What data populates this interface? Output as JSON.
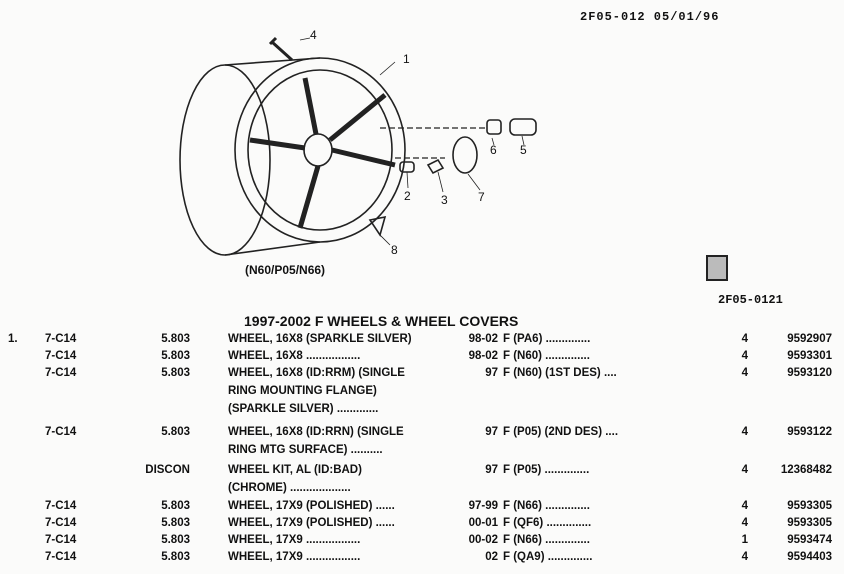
{
  "header": "2F05-012 05/01/96",
  "illustration": {
    "caption": "(N60/P05/N66)",
    "callouts": [
      "4",
      "1",
      "6",
      "5",
      "2",
      "3",
      "7",
      "8"
    ],
    "reference": "2F05-0121",
    "icon": "document-stamp-icon"
  },
  "section_title": "1997-2002 F WHEELS & WHEEL COVERS",
  "rows": [
    {
      "idx": "1.",
      "code": "7-C14",
      "grp": "5.803",
      "desc": "WHEEL, 16X8 (SPARKLE SILVER)",
      "yr": "98-02",
      "app": "F (PA6) ..............",
      "qty": "4",
      "part": "9592907"
    },
    {
      "idx": "",
      "code": "7-C14",
      "grp": "5.803",
      "desc": "WHEEL, 16X8 .................",
      "yr": "98-02",
      "app": "F (N60) ..............",
      "qty": "4",
      "part": "9593301"
    },
    {
      "idx": "",
      "code": "7-C14",
      "grp": "5.803",
      "desc": "WHEEL, 16X8 (ID:RRM) (SINGLE",
      "yr": "97",
      "app": "F (N60) (1ST DES) ....",
      "qty": "4",
      "part": "9593120"
    },
    {
      "idx": "",
      "code": "",
      "grp": "",
      "desc": "RING MOUNTING FLANGE)",
      "yr": "",
      "app": "",
      "qty": "",
      "part": ""
    },
    {
      "idx": "",
      "code": "",
      "grp": "",
      "desc": "(SPARKLE SILVER) .............",
      "yr": "",
      "app": "",
      "qty": "",
      "part": ""
    },
    {
      "idx": "",
      "code": "7-C14",
      "grp": "5.803",
      "desc": "WHEEL, 16X8 (ID:RRN) (SINGLE",
      "yr": "97",
      "app": "F (P05) (2ND DES) ....",
      "qty": "4",
      "part": "9593122"
    },
    {
      "idx": "",
      "code": "",
      "grp": "",
      "desc": "RING MTG SURFACE) ..........",
      "yr": "",
      "app": "",
      "qty": "",
      "part": ""
    },
    {
      "idx": "",
      "code": "",
      "grp": "DISCON",
      "desc": "WHEEL KIT, AL (ID:BAD)",
      "yr": "97",
      "app": "F (P05) ..............",
      "qty": "4",
      "part": "12368482"
    },
    {
      "idx": "",
      "code": "",
      "grp": "",
      "desc": "(CHROME) ...................",
      "yr": "",
      "app": "",
      "qty": "",
      "part": ""
    },
    {
      "idx": "",
      "code": "7-C14",
      "grp": "5.803",
      "desc": "WHEEL, 17X9 (POLISHED) ......",
      "yr": "97-99",
      "app": "F (N66) ..............",
      "qty": "4",
      "part": "9593305"
    },
    {
      "idx": "",
      "code": "7-C14",
      "grp": "5.803",
      "desc": "WHEEL, 17X9 (POLISHED) ......",
      "yr": "00-01",
      "app": "F (QF6) ..............",
      "qty": "4",
      "part": "9593305"
    },
    {
      "idx": "",
      "code": "7-C14",
      "grp": "5.803",
      "desc": "WHEEL, 17X9 .................",
      "yr": "00-02",
      "app": "F (N66) ..............",
      "qty": "1",
      "part": "9593474"
    },
    {
      "idx": "",
      "code": "7-C14",
      "grp": "5.803",
      "desc": "WHEEL, 17X9 .................",
      "yr": "02",
      "app": "F (QA9) ..............",
      "qty": "4",
      "part": "9594403"
    }
  ]
}
